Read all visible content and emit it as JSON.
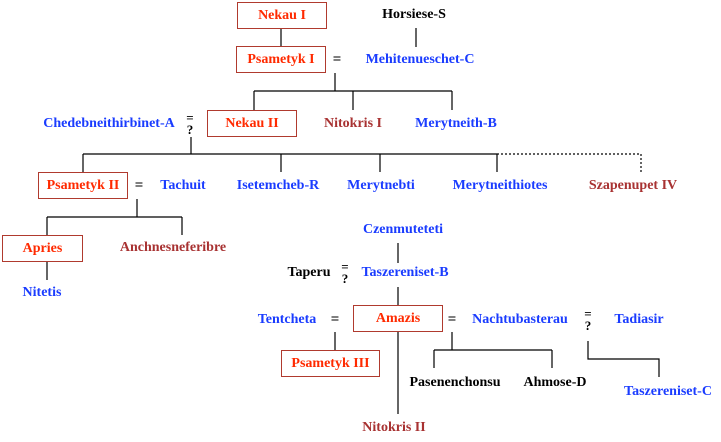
{
  "people": {
    "nekau1": "Nekau I",
    "horsiese_s": "Horsiese-S",
    "psametyk1": "Psametyk I",
    "mehitenueschet_c": "Mehitenueschet-C",
    "chedebneithirbinet_a": "Chedebneithirbinet-A",
    "nekau2": "Nekau II",
    "nitokris1": "Nitokris I",
    "merytneith_b": "Merytneith-B",
    "psametyk2": "Psametyk II",
    "tachuit": "Tachuit",
    "isetemcheb_r": "Isetemcheb-R",
    "merytnebti": "Merytnebti",
    "merytneithiotes": "Merytneithiotes",
    "szapenupet4": "Szapenupet IV",
    "apries": "Apries",
    "anchnesneferibre": "Anchnesneferibre",
    "nitetis": "Nitetis",
    "czenmuteteti": "Czenmuteteti",
    "taperu": "Taperu",
    "taszereniset_b": "Taszereniset-B",
    "tentcheta": "Tentcheta",
    "amazis": "Amazis",
    "nachtubasterau": "Nachtubasterau",
    "tadiasir": "Tadiasir",
    "psametyk3": "Psametyk III",
    "pasenenchonsu": "Pasenenchonsu",
    "ahmose_d": "Ahmose-D",
    "taszereniset_c": "Taszereniset-C",
    "nitokris2": "Nitokris II"
  },
  "symbols": {
    "married": "=",
    "uncertain": "?"
  },
  "colors": {
    "king": "#ff2a00",
    "wife": "#1a3cff",
    "daughter": "#a83232",
    "other": "#000000",
    "box_border": "#b03a2e"
  }
}
